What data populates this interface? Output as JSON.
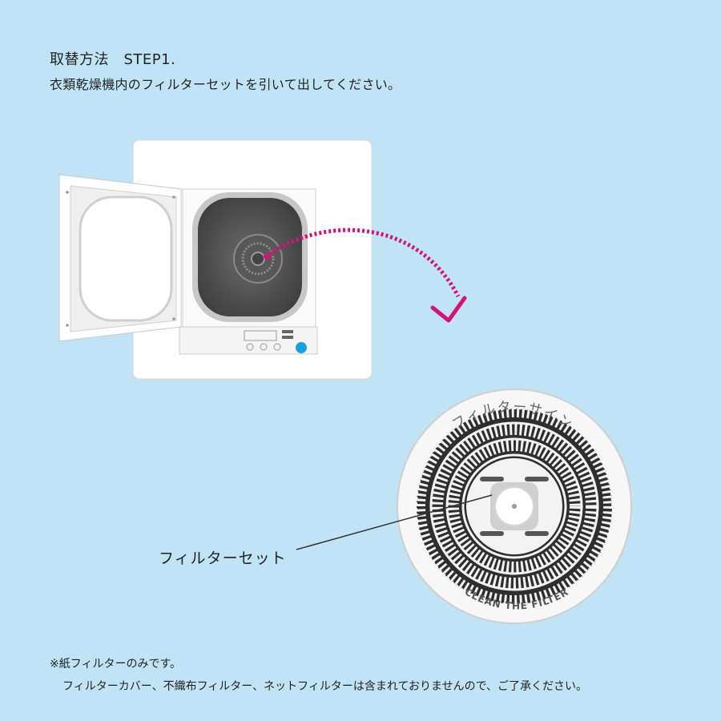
{
  "step": {
    "heading": "取替方法　STEP1.",
    "instruction": "衣類乾燥機内のフィルターセットを引いて出してください。"
  },
  "filter_closeup": {
    "label": "フィルターセット",
    "ring_text_top": "フィルターサイン",
    "ring_text_bottom": "CLEAN THE FILTER"
  },
  "notes": {
    "line1": "※紙フィルターのみです。",
    "line2": "フィルターカバー、不織布フィルター、ネットフィルターは含まれておりませんので、ご了承ください。"
  },
  "colors": {
    "background": "#c0e4f6",
    "arrow": "#d4137a",
    "button": "#1aa0e0"
  }
}
